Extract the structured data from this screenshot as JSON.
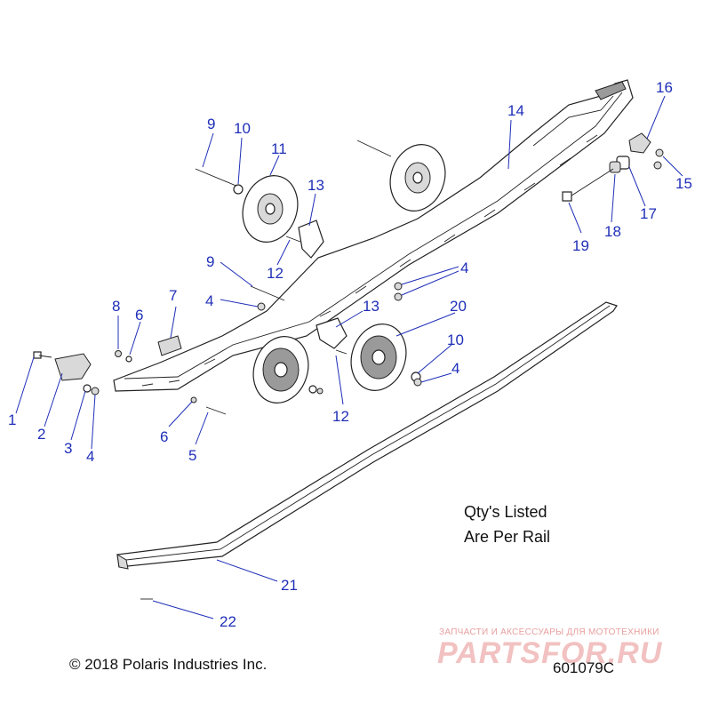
{
  "callouts": [
    {
      "id": "c1",
      "label": "1"
    },
    {
      "id": "c2",
      "label": "2"
    },
    {
      "id": "c3",
      "label": "3"
    },
    {
      "id": "c4a",
      "label": "4"
    },
    {
      "id": "c4b",
      "label": "4"
    },
    {
      "id": "c4c",
      "label": "4"
    },
    {
      "id": "c4d",
      "label": "4"
    },
    {
      "id": "c5",
      "label": "5"
    },
    {
      "id": "c6a",
      "label": "6"
    },
    {
      "id": "c6b",
      "label": "6"
    },
    {
      "id": "c7",
      "label": "7"
    },
    {
      "id": "c8",
      "label": "8"
    },
    {
      "id": "c9a",
      "label": "9"
    },
    {
      "id": "c9b",
      "label": "9"
    },
    {
      "id": "c10a",
      "label": "10"
    },
    {
      "id": "c10b",
      "label": "10"
    },
    {
      "id": "c11",
      "label": "11"
    },
    {
      "id": "c12a",
      "label": "12"
    },
    {
      "id": "c12b",
      "label": "12"
    },
    {
      "id": "c13a",
      "label": "13"
    },
    {
      "id": "c13b",
      "label": "13"
    },
    {
      "id": "c14",
      "label": "14"
    },
    {
      "id": "c15",
      "label": "15"
    },
    {
      "id": "c16",
      "label": "16"
    },
    {
      "id": "c17",
      "label": "17"
    },
    {
      "id": "c18",
      "label": "18"
    },
    {
      "id": "c19",
      "label": "19"
    },
    {
      "id": "c20",
      "label": "20"
    },
    {
      "id": "c21",
      "label": "21"
    },
    {
      "id": "c22",
      "label": "22"
    }
  ],
  "note": {
    "line1": "Qty's Listed",
    "line2": "Are Per Rail"
  },
  "footer": {
    "copyright": "© 2018 Polaris Industries Inc.",
    "doc_number": "601079C"
  },
  "watermark": {
    "tagline": "ЗАПЧАСТИ И АКСЕССУАРЫ ДЛЯ МОТОТЕХНИКИ",
    "logo": "PARTSFOR.RU"
  },
  "colors": {
    "callout": "#1f2fb8",
    "line": "#222222",
    "watermark": "#f2c1c1"
  }
}
